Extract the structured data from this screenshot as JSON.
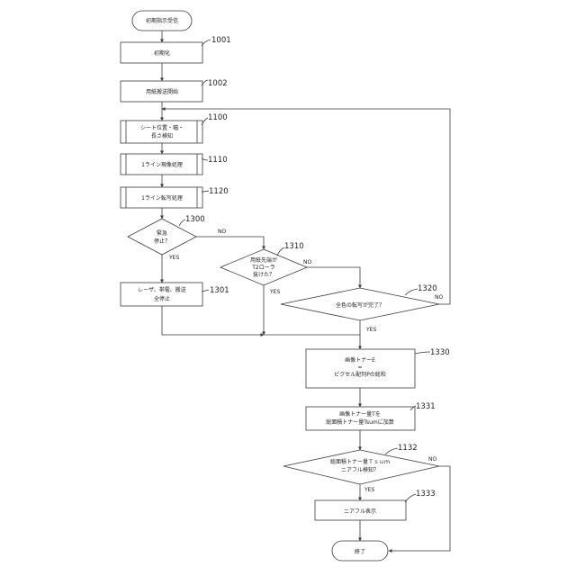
{
  "nodes": {
    "start": {
      "text": "初期指示受信"
    },
    "n1001": {
      "ref": "1001",
      "text": "初期化"
    },
    "n1002": {
      "ref": "1002",
      "text": "用紙搬送開始"
    },
    "n1100": {
      "ref": "1100",
      "lines": [
        "シート位置・幅・",
        "長さ検知"
      ]
    },
    "n1110": {
      "ref": "1110",
      "text": "1ライン現像処理"
    },
    "n1120": {
      "ref": "1120",
      "text": "1ライン転写処理"
    },
    "n1300": {
      "ref": "1300",
      "lines": [
        "緊急",
        "停止？"
      ],
      "no": "NO",
      "yes": "YES"
    },
    "n1301": {
      "ref": "1301",
      "lines": [
        "レーザ、帯電、搬送",
        "全停止"
      ]
    },
    "n1310": {
      "ref": "1310",
      "lines": [
        "用紙先端が",
        "T2ローラ",
        "抜けた？"
      ],
      "no": "NO",
      "yes": "YES"
    },
    "n1320": {
      "ref": "1320",
      "text": "全色の転写が完了？",
      "no": "NO",
      "yes": "YES"
    },
    "n1330": {
      "ref": "1330",
      "lines": [
        "画像トナーE",
        "=",
        "ピクセル配列Pの総和"
      ]
    },
    "n1331": {
      "ref": "1331",
      "lines": [
        "画像トナー量Tを",
        "総面積トナー量Tsumに加算"
      ]
    },
    "n1132": {
      "ref": "1132",
      "lines": [
        "総面積トナー量Ｔｓｕｍ",
        "ニアフル検知？"
      ],
      "no": "NO",
      "yes": "YES"
    },
    "n1333": {
      "ref": "1333",
      "text": "ニアフル表示"
    },
    "end": {
      "text": "終了"
    }
  }
}
